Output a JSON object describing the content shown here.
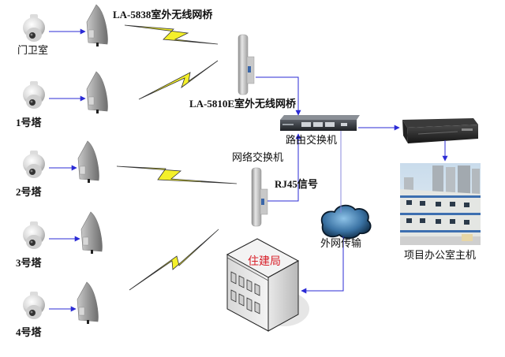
{
  "diagram": {
    "title": "",
    "cameras": [
      {
        "label": "门卫室"
      },
      {
        "label": "1号塔"
      },
      {
        "label": "2号塔"
      },
      {
        "label": "3号塔"
      },
      {
        "label": "4号塔"
      }
    ],
    "labels": {
      "bridge_5838": "LA-5838室外无线网桥",
      "bridge_5810e": "LA-5810E室外无线网桥",
      "router_switch": "路由交换机",
      "network_switch": "网络交换机",
      "rj45": "RJ45信号",
      "internet": "外网传输",
      "bureau": "住建局",
      "project_office": "项目办公室主机"
    },
    "connections": [
      {
        "from": "门卫室",
        "to": "LA-5838 bridge",
        "type": "cable"
      },
      {
        "from": "1号塔",
        "to": "LA-5838 bridge",
        "type": "cable"
      },
      {
        "from": "2号塔",
        "to": "LA-5838 bridge",
        "type": "cable"
      },
      {
        "from": "3号塔",
        "to": "LA-5838 bridge",
        "type": "cable"
      },
      {
        "from": "4号塔",
        "to": "LA-5838 bridge",
        "type": "cable"
      },
      {
        "from": "LA-5838 bridges (门卫室, 1号塔)",
        "to": "LA-5810E bridge (top)",
        "type": "wireless"
      },
      {
        "from": "LA-5838 bridges (2号塔, 4号塔)",
        "to": "LA-5810E bridge (bottom)",
        "type": "wireless"
      },
      {
        "from": "LA-5810E bridge (top)",
        "to": "路由交换机",
        "type": "cable"
      },
      {
        "from": "LA-5810E bridge (bottom)",
        "to": "路由交换机",
        "type": "RJ45信号"
      },
      {
        "from": "路由交换机",
        "to": "项目办公室主机 (NVR)",
        "type": "cable"
      },
      {
        "from": "NVR",
        "to": "项目办公室",
        "type": "cable"
      },
      {
        "from": "路由交换机",
        "to": "外网传输",
        "type": "cable"
      },
      {
        "from": "外网传输",
        "to": "住建局",
        "type": "cable"
      }
    ],
    "colors": {
      "link_line": "#2b2bd6",
      "wireless_bolt": "#f4f02a",
      "bureau_label": "#d8202a"
    }
  }
}
